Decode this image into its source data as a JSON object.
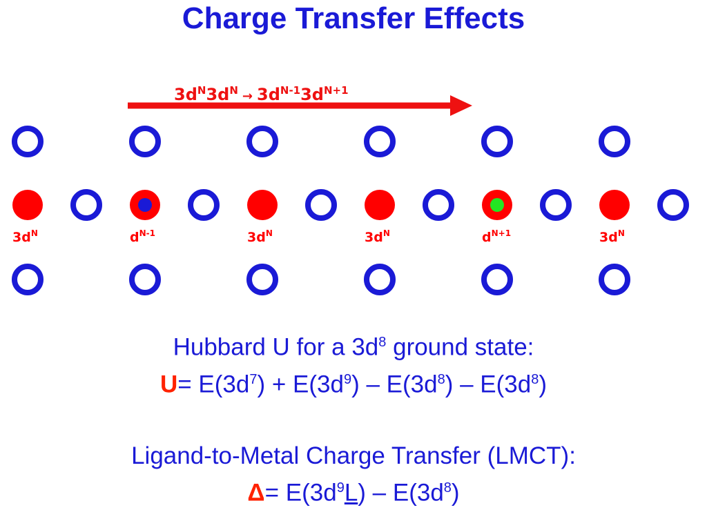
{
  "title": "Charge Transfer Effects",
  "arrow": {
    "base": "3d",
    "sup1": "N",
    "mid": "3d",
    "sup2": "N",
    "arrow_sym": "→",
    "base3": "3d",
    "sup3": "N-1",
    "base4": "3d",
    "sup4": "N+1"
  },
  "sites": [
    {
      "label": "3d",
      "sup": "N",
      "inner": ""
    },
    {
      "label": "d",
      "sup": "N-1",
      "inner": "#1a1ad6"
    },
    {
      "label": "3d",
      "sup": "N",
      "inner": ""
    },
    {
      "label": "3d",
      "sup": "N",
      "inner": ""
    },
    {
      "label": "d",
      "sup": "N+1",
      "inner": "#22e622"
    },
    {
      "label": "3d",
      "sup": "N",
      "inner": ""
    }
  ],
  "colors": {
    "metal": "#ff0000",
    "ligand": "#1a1ad6",
    "arrow": "#ee1111",
    "hole": "#1a1ad6",
    "electron": "#22e622"
  },
  "hubbard": {
    "line1_a": "Hubbard U for a 3d",
    "line1_sup": "8",
    "line1_b": " ground state:",
    "sym": "U",
    "eq_a": "= E(3d",
    "s1": "7",
    "eq_b": ") + E(3d",
    "s2": "9",
    "eq_c": ") – E(3d",
    "s3": "8",
    "eq_d": ") – E(3d",
    "s4": "8",
    "eq_e": ")"
  },
  "lmct": {
    "line1": "Ligand-to-Metal Charge Transfer (LMCT):",
    "sym": "Δ",
    "eq_a": "= E(3d",
    "s1": "9",
    "L": "L",
    "eq_b": ") – E(3d",
    "s2": "8",
    "eq_c": ")"
  }
}
